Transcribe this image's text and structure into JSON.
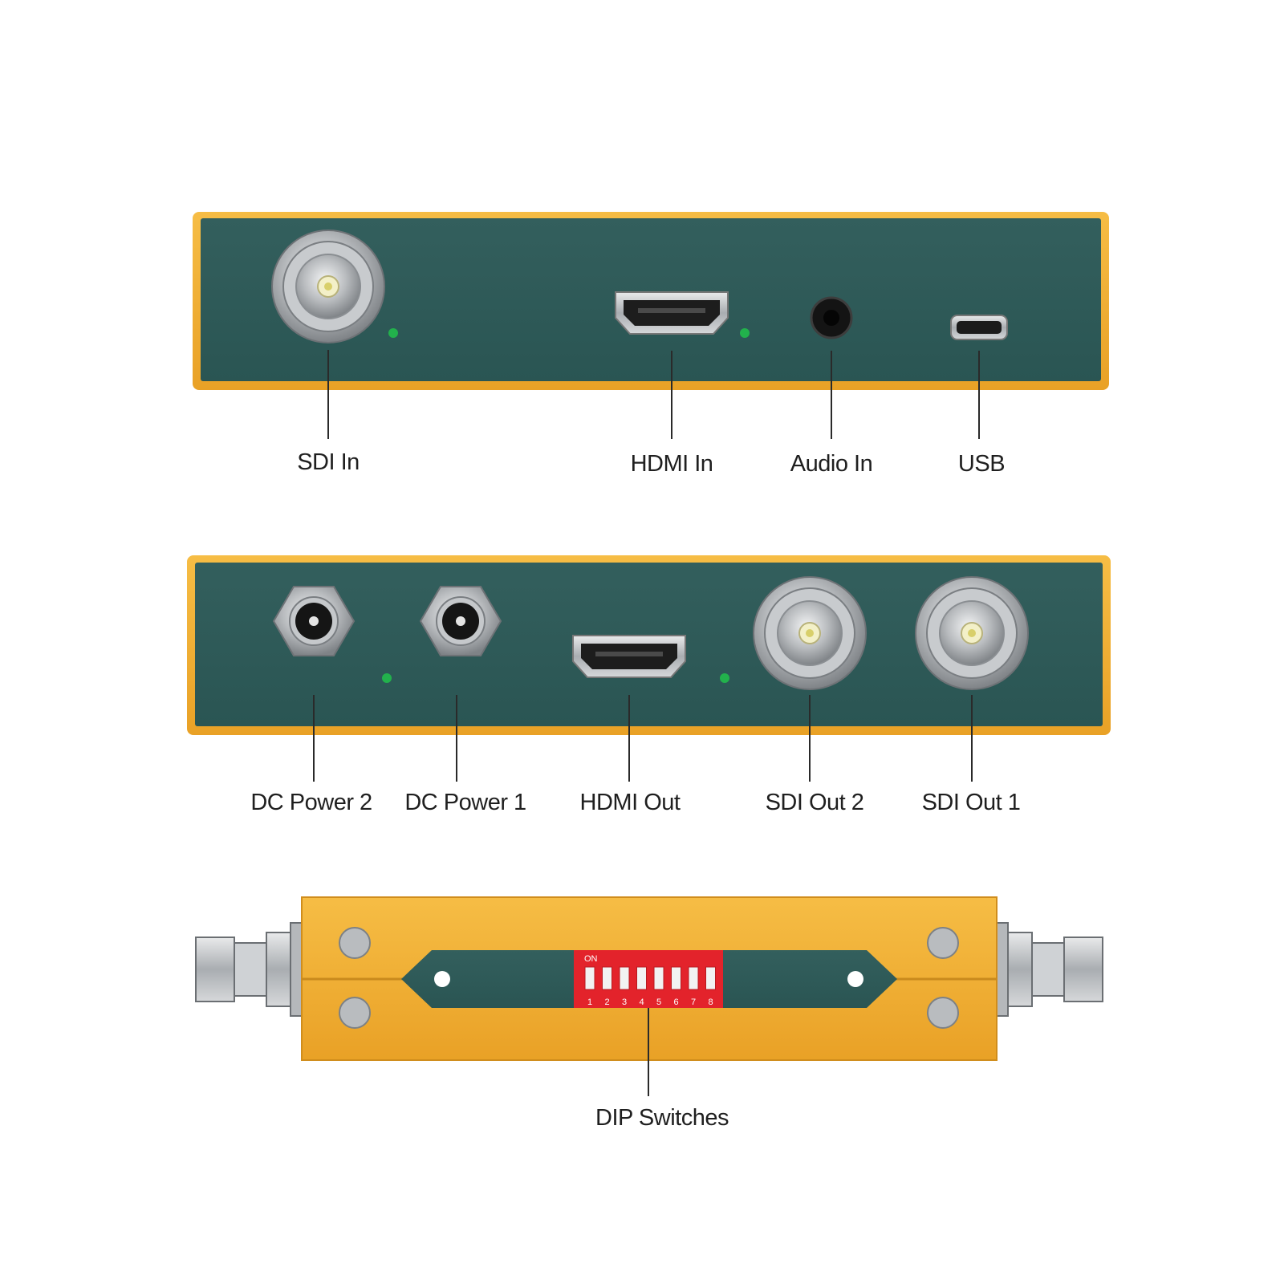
{
  "colors": {
    "housing_orange": "#f0ad2f",
    "panel_teal": "#2f5d5b",
    "led_green": "#22b14c",
    "dip_red": "#e3232b",
    "label_text": "#1f1f1f"
  },
  "panels": {
    "top": {
      "connectors": [
        {
          "type": "bnc",
          "icon": "bnc-connector-icon"
        },
        {
          "type": "hdmi",
          "icon": "hdmi-port-icon"
        },
        {
          "type": "audio",
          "icon": "audio-jack-icon"
        },
        {
          "type": "usb",
          "icon": "micro-usb-port-icon"
        }
      ],
      "leds": 2,
      "labels": [
        "SDI In",
        "HDMI In",
        "Audio In",
        "USB"
      ]
    },
    "middle": {
      "connectors": [
        {
          "type": "dc",
          "icon": "dc-power-jack-icon"
        },
        {
          "type": "dc",
          "icon": "dc-power-jack-icon"
        },
        {
          "type": "hdmi",
          "icon": "hdmi-port-icon"
        },
        {
          "type": "bnc",
          "icon": "bnc-connector-icon"
        },
        {
          "type": "bnc",
          "icon": "bnc-connector-icon"
        }
      ],
      "leds": 2,
      "labels": [
        "DC Power 2",
        "DC Power 1",
        "HDMI Out",
        "SDI Out 2",
        "SDI Out 1"
      ]
    },
    "bottom": {
      "dip": {
        "on_label": "ON",
        "numbers": [
          "1",
          "2",
          "3",
          "4",
          "5",
          "6",
          "7",
          "8"
        ]
      },
      "label": "DIP Switches"
    }
  }
}
